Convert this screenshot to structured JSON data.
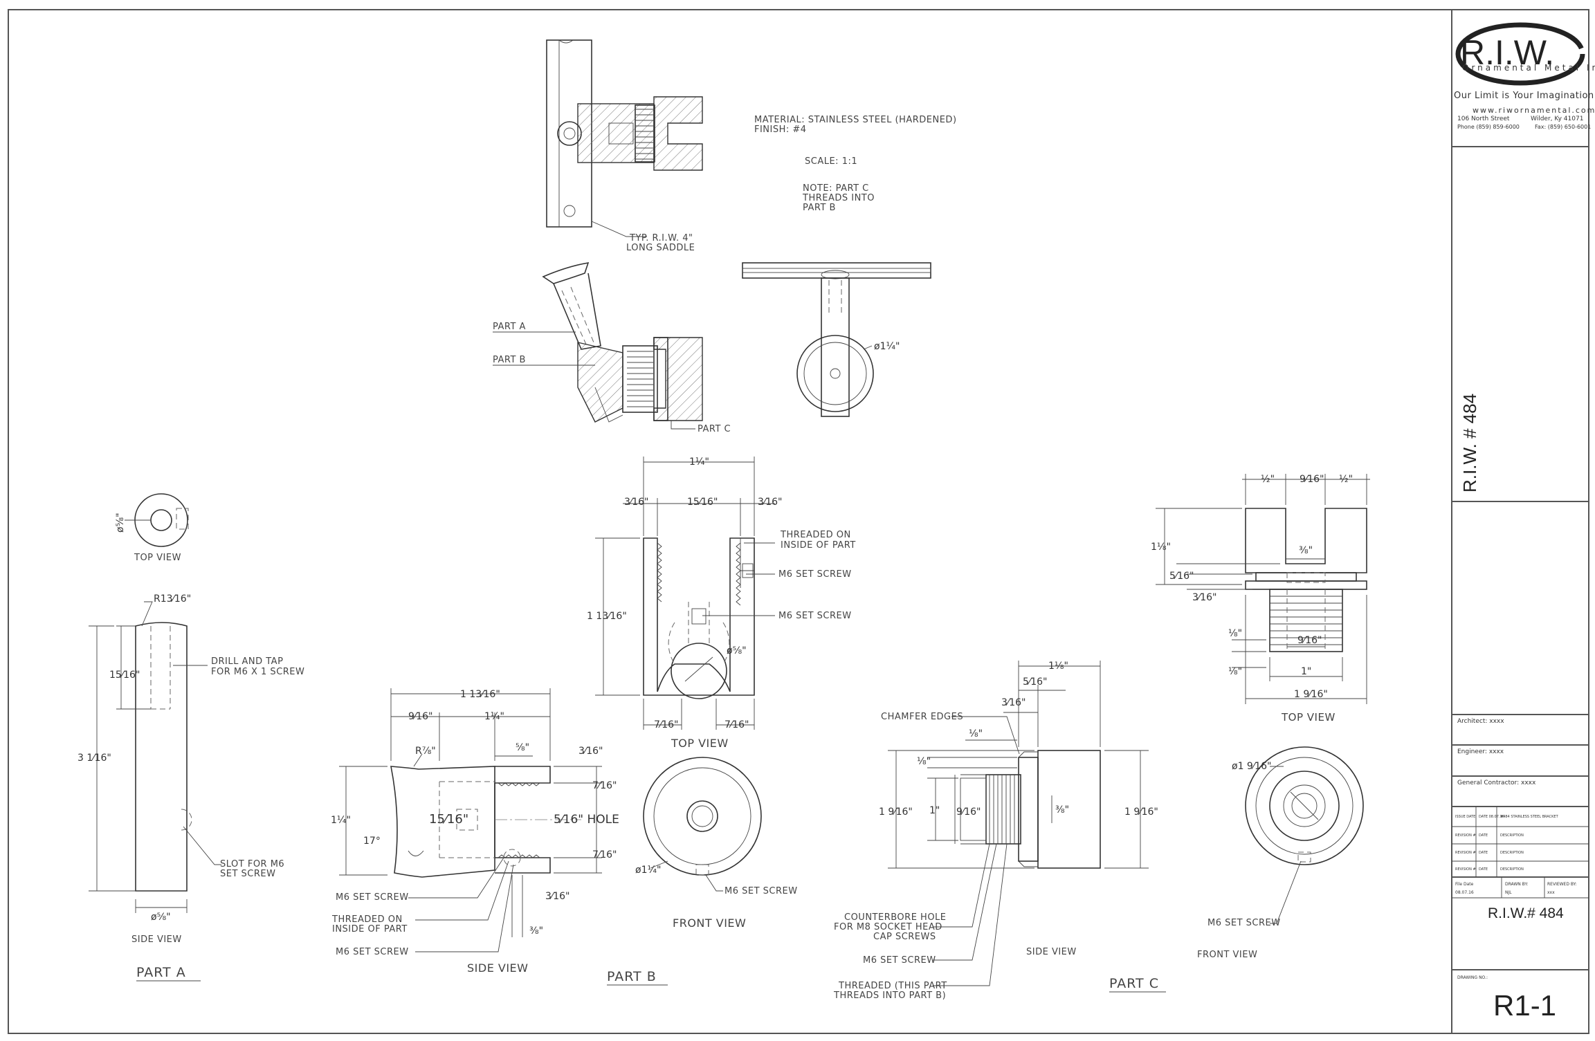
{
  "title_block": {
    "logo": "R.I.W.",
    "company": "Ornamental Metal Inc",
    "tagline": "Our Limit is Your Imagination",
    "website": "www.riwornamental.com",
    "street": "106 North Street",
    "city": "Wilder, Ky 41071",
    "phone": "Phone (859) 859-6000",
    "fax": "Fax: (859) 650-6001",
    "vertical_title": "R.I.W. # 484",
    "architect": "Architect: xxxx",
    "engineer": "Engineer: xxxx",
    "contractor": "General Contractor: xxxx",
    "issue": "ISSUE DATE",
    "issue_date": "DATE 08.07.16",
    "issue_desc": "#484 STAINLESS STEEL BRACKET",
    "revisions": [
      {
        "label": "REVISION #",
        "date": "DATE",
        "desc": "DESCRIPTION"
      },
      {
        "label": "REVISION #",
        "date": "DATE",
        "desc": "DESCRIPTION"
      },
      {
        "label": "REVISION #",
        "date": "DATE",
        "desc": "DESCRIPTION"
      }
    ],
    "file_date_label": "File Date",
    "file_date": "08.07.16",
    "drawn_by_label": "DRAWN BY:",
    "drawn_by": "NJL",
    "reviewed_by_label": "REVIEWED BY:",
    "reviewed_by": "xxx",
    "drawing_name": "R.I.W.# 484",
    "drawing_no_label": "DRAWING NO.:",
    "drawing_no": "R1-1"
  },
  "notes": {
    "material": "MATERIAL: STAINLESS STEEL (HARDENED)",
    "finish": "FINISH: #4",
    "scale": "SCALE: 1:1",
    "note1": "NOTE: PART C",
    "note2": "THREADS INTO",
    "note3": "PART B",
    "saddle1": "TYP. R.I.W. 4\"",
    "saddle2": "LONG SADDLE",
    "part_a": "PART A",
    "part_b": "PART B",
    "part_c": "PART C",
    "dia_114": "ø1¼\""
  },
  "part_a": {
    "title": "PART A",
    "top_view": "TOP VIEW",
    "side_view": "SIDE VIEW",
    "dia_top": "ø⅝\"",
    "radius": "R13⁄16\"",
    "depth": "15⁄16\"",
    "length": "3 1⁄16\"",
    "dia_bottom": "ø⅝\"",
    "drill1": "DRILL AND TAP",
    "drill2": "FOR M6 X 1 SCREW",
    "slot1": "SLOT FOR M6",
    "slot2": "SET SCREW"
  },
  "part_b": {
    "title": "PART B",
    "top_view": "TOP VIEW",
    "side_view": "SIDE VIEW",
    "front_view": "FRONT VIEW",
    "top_width": "1¼\"",
    "wall_l": "3⁄16\"",
    "inner": "15⁄16\"",
    "wall_r": "3⁄16\"",
    "height": "1 13⁄16\"",
    "hole_dia": "ø⅝\"",
    "bottom_l": "7⁄16\"",
    "bottom_r": "7⁄16\"",
    "thread1": "THREADED ON",
    "thread2": "INSIDE OF PART",
    "m6": "M6 SET SCREW",
    "side_total": "1 13⁄16\"",
    "side_a": "9⁄16\"",
    "side_b": "1¼\"",
    "side_radius": "R⅞\"",
    "side_5_8": "⅝\"",
    "side_3_16a": "3⁄16\"",
    "side_7_16a": "7⁄16\"",
    "side_hole": "5⁄16\" HOLE",
    "side_7_16b": "7⁄16\"",
    "side_height": "1¼\"",
    "side_15_16": "15⁄16\"",
    "angle": "17°",
    "side_3_16b": "3⁄16\"",
    "side_3_8": "⅜\"",
    "front_dia": "ø1¼\""
  },
  "part_c": {
    "title": "PART C",
    "top_view": "TOP VIEW",
    "side_view": "SIDE VIEW",
    "front_view": "FRONT VIEW",
    "chamfer": "CHAMFER EDGES",
    "cb1": "COUNTERBORE HOLE",
    "cb2": "FOR M8 SOCKET HEAD",
    "cb3": "CAP SCREWS",
    "m6": "M6 SET SCREW",
    "thr1": "THREADED (THIS PART",
    "thr2": "THREADS INTO PART B)",
    "side_len": "1⅛\"",
    "side_5_16": "5⁄16\"",
    "side_3_16": "3⁄16\"",
    "side_1_8a": "⅛\"",
    "side_1_8b": "⅛\"",
    "side_h": "1 9⁄16\"",
    "side_1": "1\"",
    "side_9_16": "9⁄16\"",
    "side_3_8": "⅜\"",
    "side_h2": "1 9⁄16\"",
    "top_a": "½\"",
    "top_b": "9⁄16\"",
    "top_c": "½\"",
    "top_h": "1⅛\"",
    "top_3_8": "⅜\"",
    "top_5_16": "5⁄16\"",
    "top_3_16": "3⁄16\"",
    "top_1_8a": "⅛\"",
    "top_9_16": "9⁄16\"",
    "top_1_8b": "⅛\"",
    "top_1": "1\"",
    "top_w": "1 9⁄16\"",
    "front_dia": "ø1 9⁄16\""
  }
}
